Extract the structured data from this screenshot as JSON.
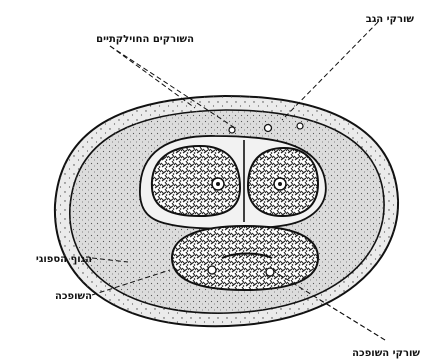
{
  "labels": {
    "dorsal_vein": "שורקי הגב",
    "helicine_arteries": "השורקים החוילקתיים",
    "spongy_body": "הגוף הספוגי",
    "urethra": "השופכה",
    "urethral_artery": "שורקי השופכה"
  },
  "colors": {
    "ink": "#111111",
    "paper": "#ffffff",
    "outer_layer": "#e9e9e9",
    "stipple": "#cfcfcf",
    "tissue": "#8a8a8a"
  }
}
